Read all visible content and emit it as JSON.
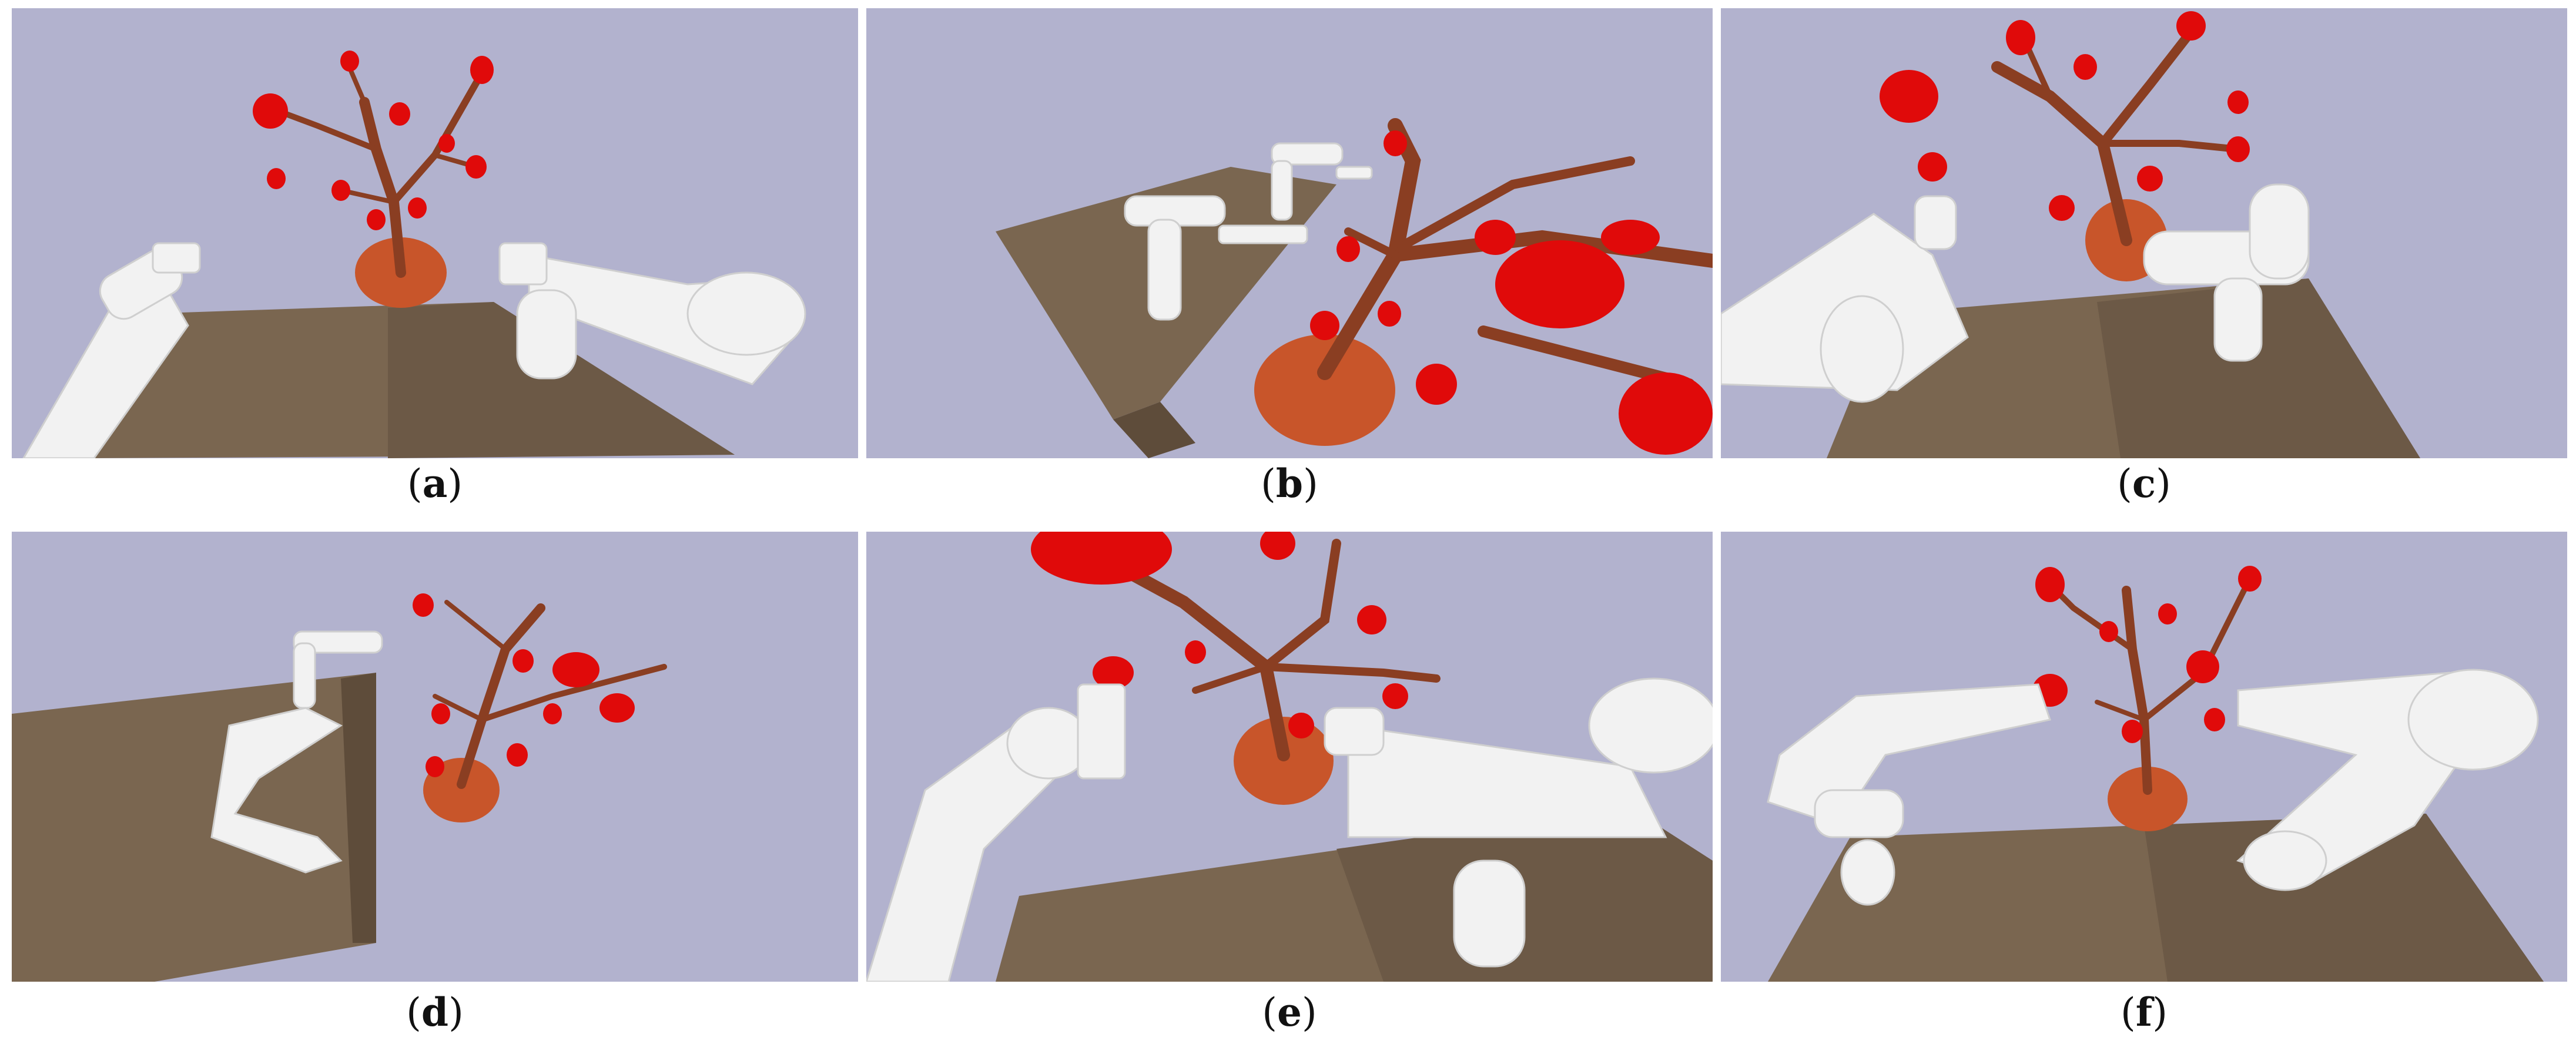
{
  "figure": {
    "panels": [
      {
        "id": "a",
        "caption_letter": "a"
      },
      {
        "id": "b",
        "caption_letter": "b"
      },
      {
        "id": "c",
        "caption_letter": "c"
      },
      {
        "id": "d",
        "caption_letter": "d"
      },
      {
        "id": "e",
        "caption_letter": "e"
      },
      {
        "id": "f",
        "caption_letter": "f"
      }
    ]
  },
  "colors": {
    "sky": "#b2b2ce",
    "table": "#7a6650",
    "table_dark": "#5e4c3a",
    "trunk": "#8a3e22",
    "base": "#c8552a",
    "fruit": "#e00a0a",
    "robot": "#f2f2f2",
    "robot_shade": "#cfcfcf"
  }
}
